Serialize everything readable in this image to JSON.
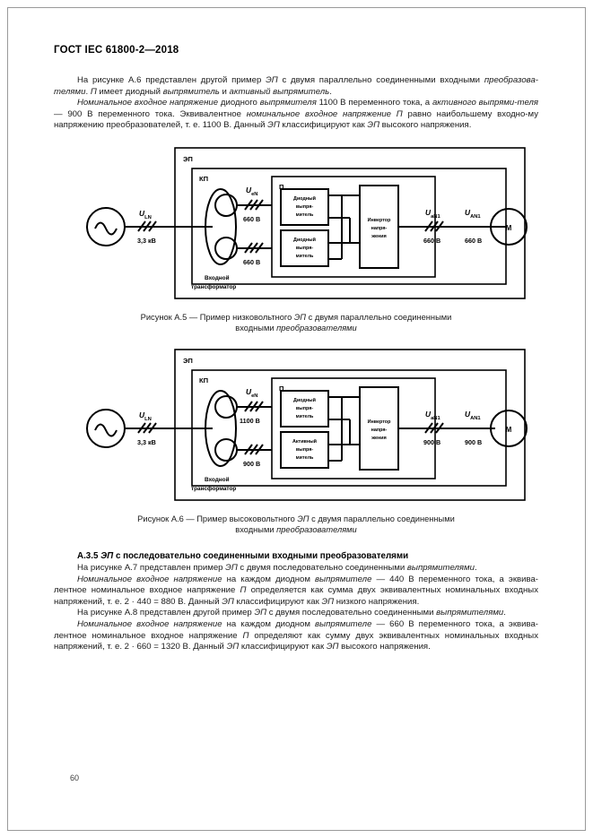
{
  "document": {
    "standard_title": "ГОСТ IEC 61800-2—2018",
    "page_number": "60"
  },
  "intro": {
    "p1_a": "На рисунке А.6 представлен другой пример ",
    "p1_b": "ЭП",
    "p1_c": " с двумя параллельно соединенными входными ",
    "p1_d": "преобразова-телями",
    "p1_e": ". ",
    "p1_f": "П",
    "p1_g": " имеет диодный ",
    "p1_h": "выпрямитель",
    "p1_i": " и ",
    "p1_j": "активный выпрямитель",
    "p1_k": ".",
    "p2_a": "Номинальное входное напряжение",
    "p2_b": " диодного ",
    "p2_c": "выпрямителя",
    "p2_d": " 1100 В переменного тока, а ",
    "p2_e": "активного выпрями-теля",
    "p2_f": " — 900 В переменного тока. Эквивалентное ",
    "p2_g": "номинальное входное напряжение",
    "p2_h": " ",
    "p2_i": "П",
    "p2_j": " равно наибольшему входно-му напряжению преобразователей, т. е. 1100 В. Данный ",
    "p2_k": "ЭП",
    "p2_l": " классифицируют как ",
    "p2_m": "ЭП",
    "p2_n": " высокого напряжения."
  },
  "figure_a5": {
    "caption_line1_a": "Рисунок А.5 — Пример низковольтного ",
    "caption_line1_b": "ЭП",
    "caption_line1_c": " с двумя параллельно соединенными",
    "caption_line2_a": "входными ",
    "caption_line2_b": "преобразователями",
    "outer_label": "ЭП",
    "mid_label": "КП",
    "inner_label": "П",
    "source_var": "U",
    "source_sub": "LN",
    "source_value": "3,3 кВ",
    "tap_var": "U",
    "tap_sub": "eN",
    "tap_top_value": "660 В",
    "tap_bottom_value": "660 В",
    "transformer_line1": "Входной",
    "transformer_line2": "трансформатор",
    "rect_top_line1": "Диодный",
    "rect_top_line2": "выпря-",
    "rect_top_line3": "митель",
    "rect_bottom_line1": "Диодный",
    "rect_bottom_line2": "выпря-",
    "rect_bottom_line3": "митель",
    "inverter_line1": "Инвертор",
    "inverter_line2": "напря-",
    "inverter_line3": "жения",
    "out_var": "U",
    "out_sub": "aN1",
    "out_value": "660 В",
    "motor_var": "U",
    "motor_sub": "AN1",
    "motor_value": "660 В",
    "motor_label": "М"
  },
  "figure_a6": {
    "caption_line1_a": "Рисунок А.6 — Пример высоковольтного ",
    "caption_line1_b": "ЭП",
    "caption_line1_c": " с двумя параллельно соединенными",
    "caption_line2_a": "входными ",
    "caption_line2_b": "преобразователями",
    "outer_label": "ЭП",
    "mid_label": "КП",
    "inner_label": "П",
    "source_var": "U",
    "source_sub": "LN",
    "source_value": "3,3 кВ",
    "tap_var": "U",
    "tap_sub": "eN",
    "tap_top_value": "1100 В",
    "tap_bottom_value": "900 В",
    "transformer_line1": "Входной",
    "transformer_line2": "трансформатор",
    "rect_top_line1": "Диодный",
    "rect_top_line2": "выпря-",
    "rect_top_line3": "митель",
    "rect_bottom_line1": "Активный",
    "rect_bottom_line2": "выпря-",
    "rect_bottom_line3": "митель",
    "inverter_line1": "Инвертор",
    "inverter_line2": "напря-",
    "inverter_line3": "жения",
    "out_var": "U",
    "out_sub": "aN1",
    "out_value": "900 В",
    "motor_var": "U",
    "motor_sub": "AN1",
    "motor_value": "900 В",
    "motor_label": "М"
  },
  "section": {
    "heading_a": "А.3.5 ",
    "heading_b": "ЭП",
    "heading_c": " с последовательно соединенными входными преобразователями",
    "p3_a": "На рисунке А.7 представлен пример ",
    "p3_b": "ЭП",
    "p3_c": " с двумя последовательно соединенными ",
    "p3_d": "выпрямителями",
    "p3_e": ".",
    "p4_a": "Номинальное входное напряжение",
    "p4_b": " на каждом диодном ",
    "p4_c": "выпрямителе",
    "p4_d": " — 440 В переменного тока, а эквива-лентное номинальное входное напряжение ",
    "p4_e": "П",
    "p4_f": " определяется как сумма двух эквивалентных номинальных входных напряжений, т. е. 2 · 440 = 880 В. Данный ",
    "p4_g": "ЭП",
    "p4_h": " классифицируют как ",
    "p4_i": "ЭП",
    "p4_j": " низкого напряжения.",
    "p5_a": "На рисунке А.8 представлен другой пример ",
    "p5_b": "ЭП",
    "p5_c": " с двумя последовательно соединенными ",
    "p5_d": "выпрямителями",
    "p5_e": ".",
    "p6_a": "Номинальное входное напряжение",
    "p6_b": " на каждом диодном ",
    "p6_c": "выпрямителе",
    "p6_d": " — 660 В переменного тока, а эквива-лентное номинальное входное напряжение ",
    "p6_e": "П",
    "p6_f": " определяют как сумму двух эквивалентных номинальных входных напряжений, т. е. 2 · 660 = 1320 В. Данный ",
    "p6_g": "ЭП",
    "p6_h": " классифицируют как ",
    "p6_i": "ЭП",
    "p6_j": " высокого напряжения."
  }
}
